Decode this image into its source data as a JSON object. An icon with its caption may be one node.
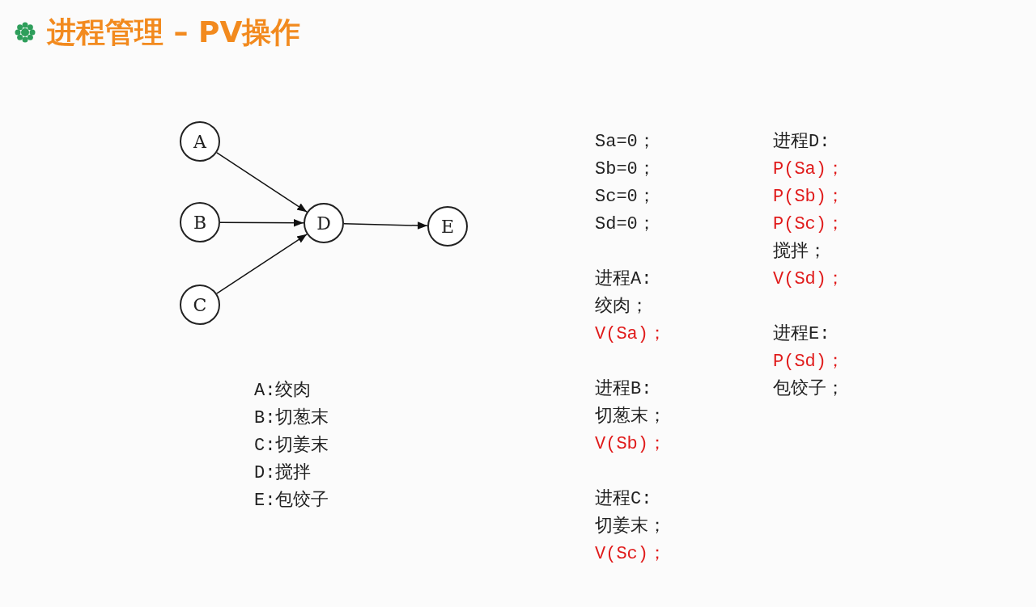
{
  "diagram": {
    "title": "进程管理 – PV操作",
    "nodes": [
      {
        "text": [
          "A"
        ]
      },
      {
        "text": [
          "B"
        ]
      },
      {
        "text": [
          "C"
        ]
      },
      {
        "text": [
          "D"
        ]
      },
      {
        "text": [
          "E"
        ]
      }
    ],
    "edges": [
      {
        "from": 0,
        "to": 3,
        "arrow": "to"
      },
      {
        "from": 1,
        "to": 3,
        "arrow": "to"
      },
      {
        "from": 2,
        "to": 3,
        "arrow": "to"
      },
      {
        "from": 3,
        "to": 4,
        "arrow": "to"
      }
    ],
    "labels": [
      "A:绞肉",
      "B:切葱末",
      "C:切姜末",
      "D:搅拌",
      "E:包饺子",
      "Sa=0；",
      "Sb=0；",
      "Sc=0；",
      "Sd=0；",
      "进程A:",
      "绞肉；",
      "V(Sa)；",
      "进程B:",
      "切葱末；",
      "V(Sb)；",
      "进程C:",
      "切姜末；",
      "V(Sc)；",
      "进程D:",
      "P(Sa)；",
      "P(Sb)；",
      "P(Sc)；",
      "搅拌；",
      "V(Sd)；",
      "进程E:",
      "P(Sd)；",
      "包饺子；"
    ]
  }
}
